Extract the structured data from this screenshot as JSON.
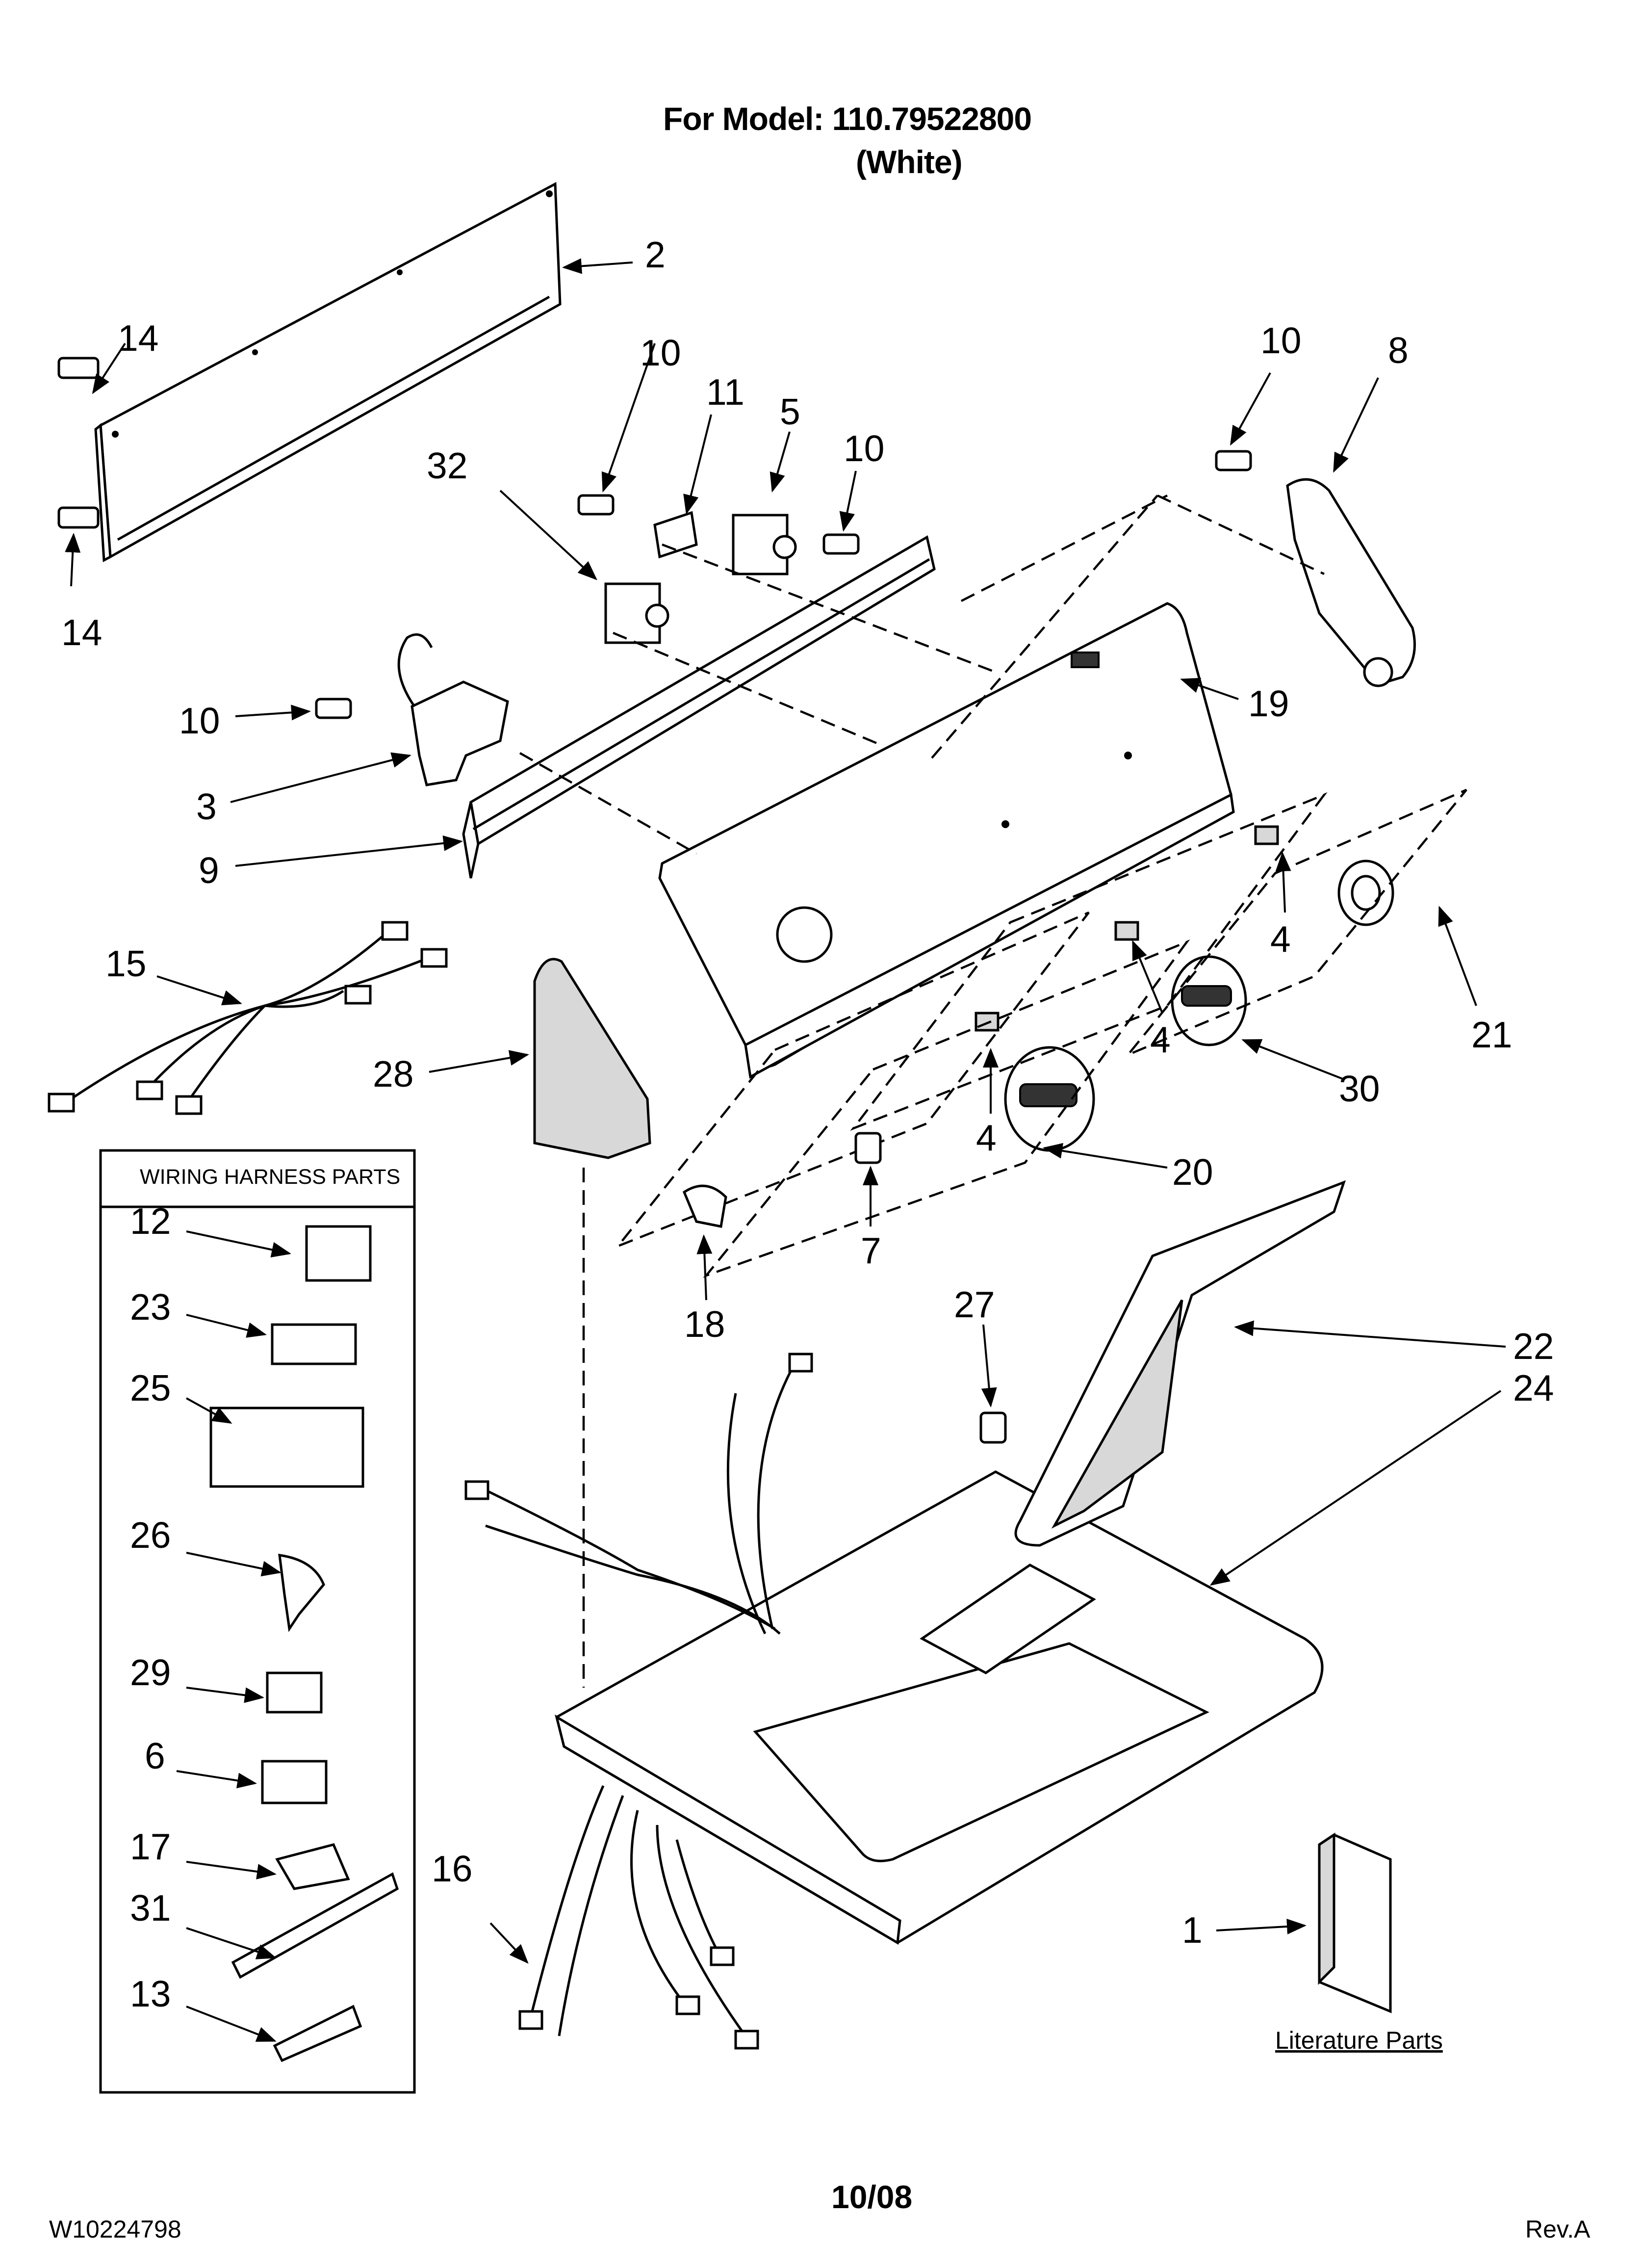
{
  "header": {
    "model_line": "For Model: 110.79522800",
    "color_line": "(White)"
  },
  "footer": {
    "doc_number": "W10224798",
    "date": "10/08",
    "revision": "Rev.A"
  },
  "wiring_box": {
    "title": "WIRING HARNESS PARTS"
  },
  "literature": {
    "label": "Literature Parts"
  },
  "callouts": {
    "c2": "2",
    "c14a": "14",
    "c14b": "14",
    "c10a": "10",
    "c11": "11",
    "c5": "5",
    "c10b": "10",
    "c32": "32",
    "c10c": "10",
    "c8": "8",
    "c10d": "10",
    "c3": "3",
    "c9": "9",
    "c19": "19",
    "c15": "15",
    "c4a": "4",
    "c21": "21",
    "c4b": "4",
    "c30": "30",
    "c28": "28",
    "c4c": "4",
    "c20": "20",
    "c7": "7",
    "c18": "18",
    "c27": "27",
    "c22": "22",
    "c24": "24",
    "c16": "16",
    "c1": "1",
    "w12": "12",
    "w23": "23",
    "w25": "25",
    "w26": "26",
    "w29": "29",
    "w6": "6",
    "w17": "17",
    "w31": "31",
    "w13": "13"
  }
}
